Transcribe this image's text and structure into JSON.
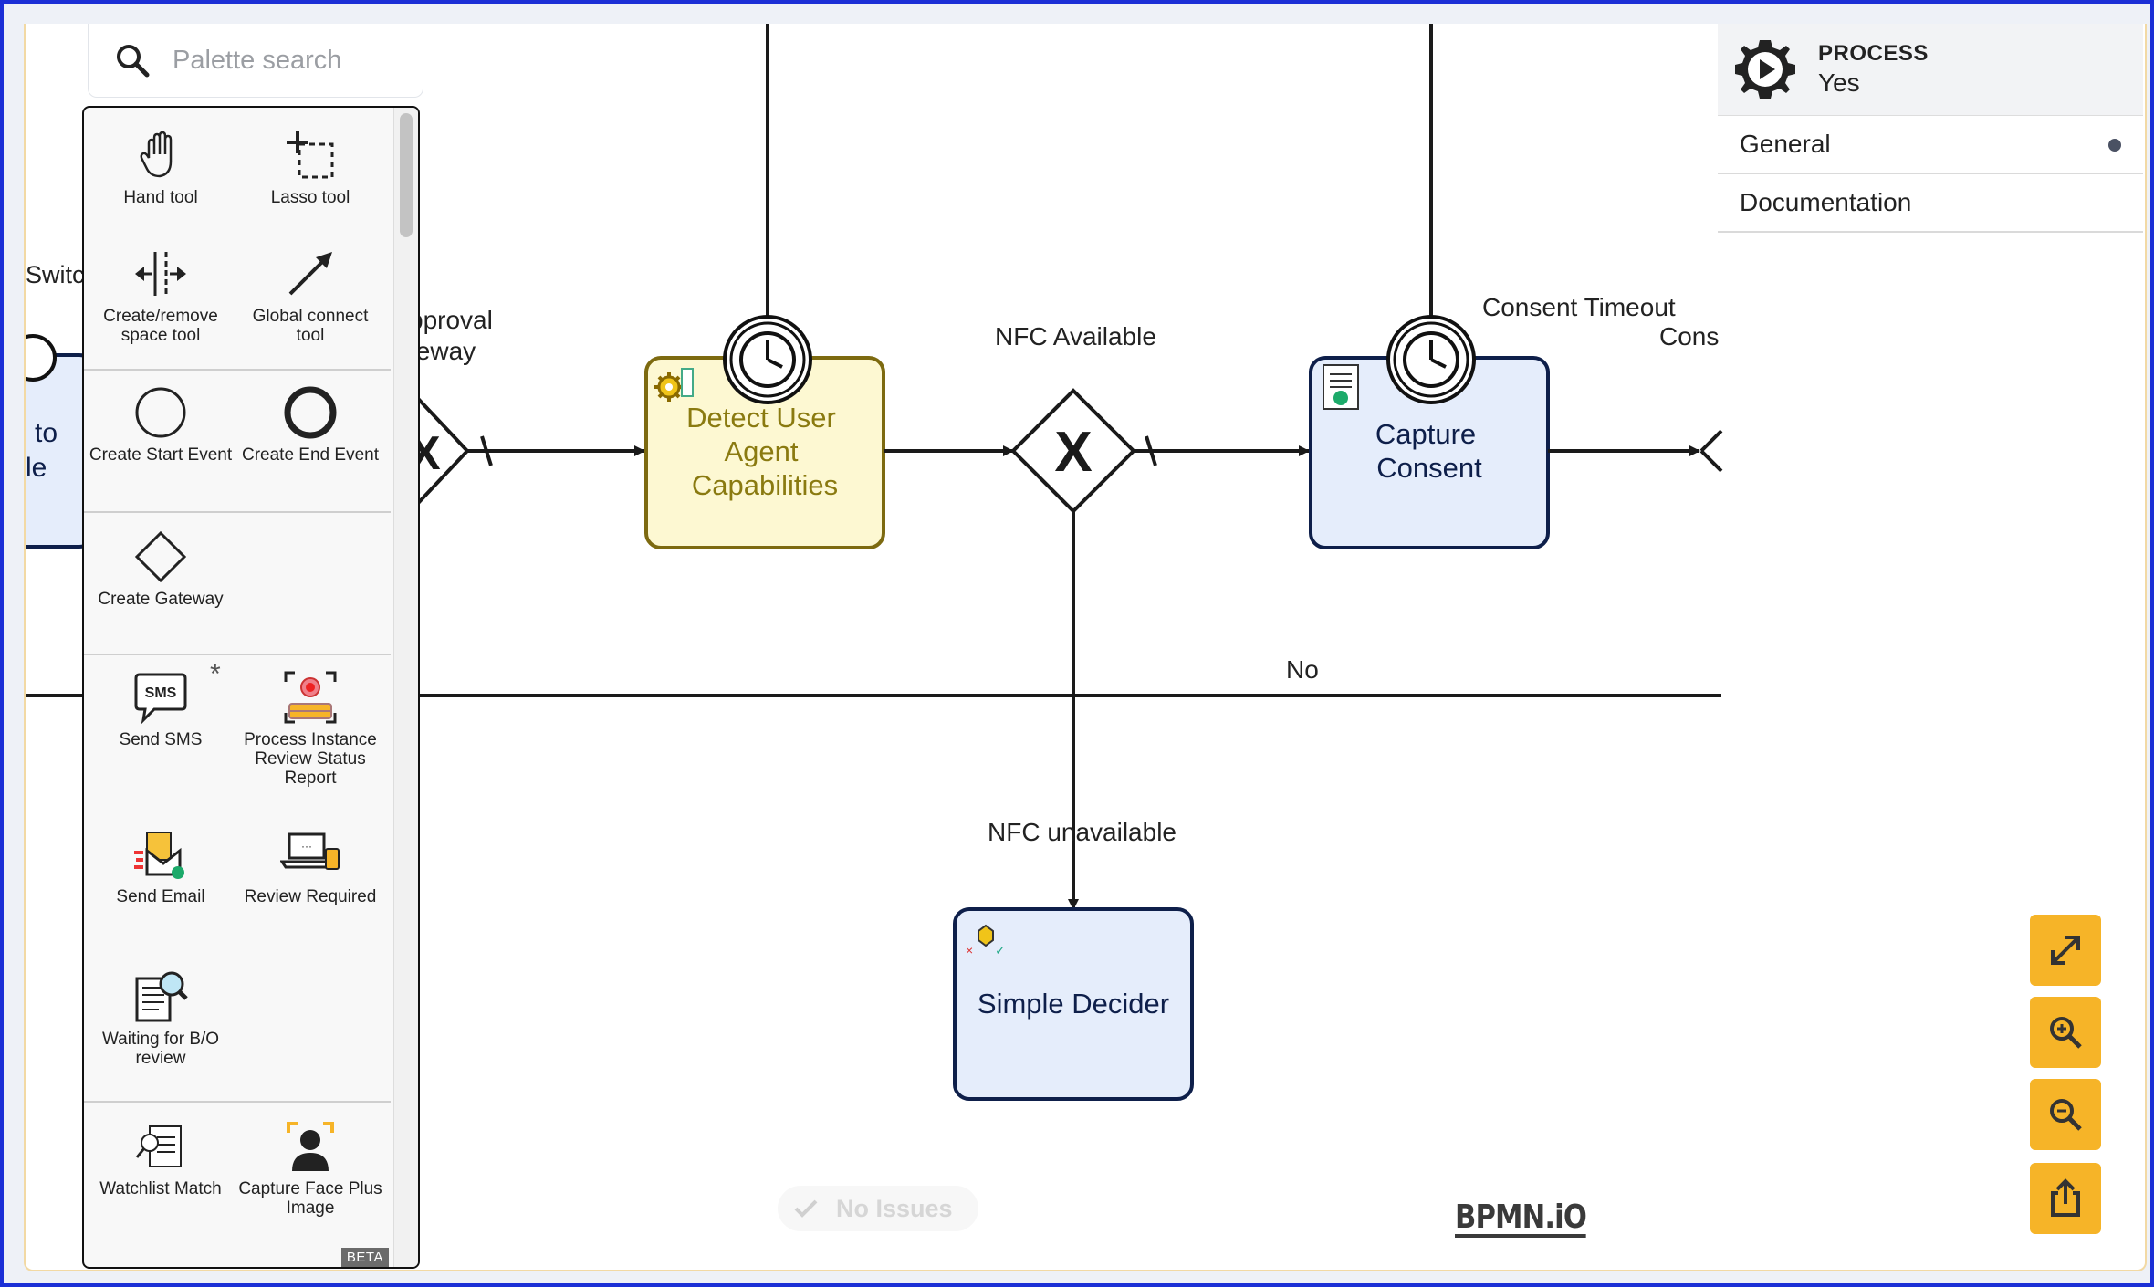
{
  "palette": {
    "search_placeholder": "Palette search",
    "beta_badge": "BETA",
    "tools": [
      {
        "label": "Hand tool",
        "icon": "hand-icon"
      },
      {
        "label": "Lasso tool",
        "icon": "lasso-icon"
      },
      {
        "label": "Create/remove space tool",
        "icon": "space-tool-icon"
      },
      {
        "label": "Global connect tool",
        "icon": "connect-arrow-icon"
      }
    ],
    "events": [
      {
        "label": "Create Start Event",
        "icon": "start-event-icon"
      },
      {
        "label": "Create End Event",
        "icon": "end-event-icon"
      }
    ],
    "gateways": [
      {
        "label": "Create Gateway",
        "icon": "gateway-icon"
      }
    ],
    "custom": [
      {
        "label": "Send SMS",
        "icon": "sms-icon"
      },
      {
        "label": "Process Instance Review Status Report",
        "icon": "face-scan-icon"
      },
      {
        "label": "Send Email",
        "icon": "email-icon"
      },
      {
        "label": "Review Required",
        "icon": "review-laptop-icon"
      },
      {
        "label": "Waiting for B/O review",
        "icon": "document-search-icon"
      }
    ],
    "more": [
      {
        "label": "Watchlist Match",
        "icon": "watchlist-icon"
      },
      {
        "label": "Capture Face Plus Image",
        "icon": "capture-face-icon"
      }
    ],
    "new_marker": "*"
  },
  "diagram": {
    "left_partial_labels": [
      "Switc",
      "to",
      "le"
    ],
    "approval_gateway_label": [
      "pproval",
      "teway"
    ],
    "tasks": {
      "detect": [
        "Detect User",
        "Agent",
        "Capabilities"
      ],
      "consent": [
        "Capture",
        "Consent"
      ],
      "decider": "Simple Decider"
    },
    "flows": {
      "nfc_available": "NFC Available",
      "nfc_unavailable": "NFC unavailable",
      "no": "No",
      "consent_timeout": "Consent Timeout",
      "cons_partial": "Cons"
    }
  },
  "properties": {
    "type": "PROCESS",
    "name": "Yes",
    "groups": [
      "General",
      "Documentation"
    ]
  },
  "footer": {
    "issues": "No Issues",
    "logo": "BPMN.iO"
  },
  "colors": {
    "task_blue_fill": "#e5edfb",
    "task_blue_stroke": "#0e1f4a",
    "task_yellow_fill": "#fdf8d2",
    "task_yellow_stroke": "#7d6a10",
    "accent_orange": "#f6b428"
  }
}
